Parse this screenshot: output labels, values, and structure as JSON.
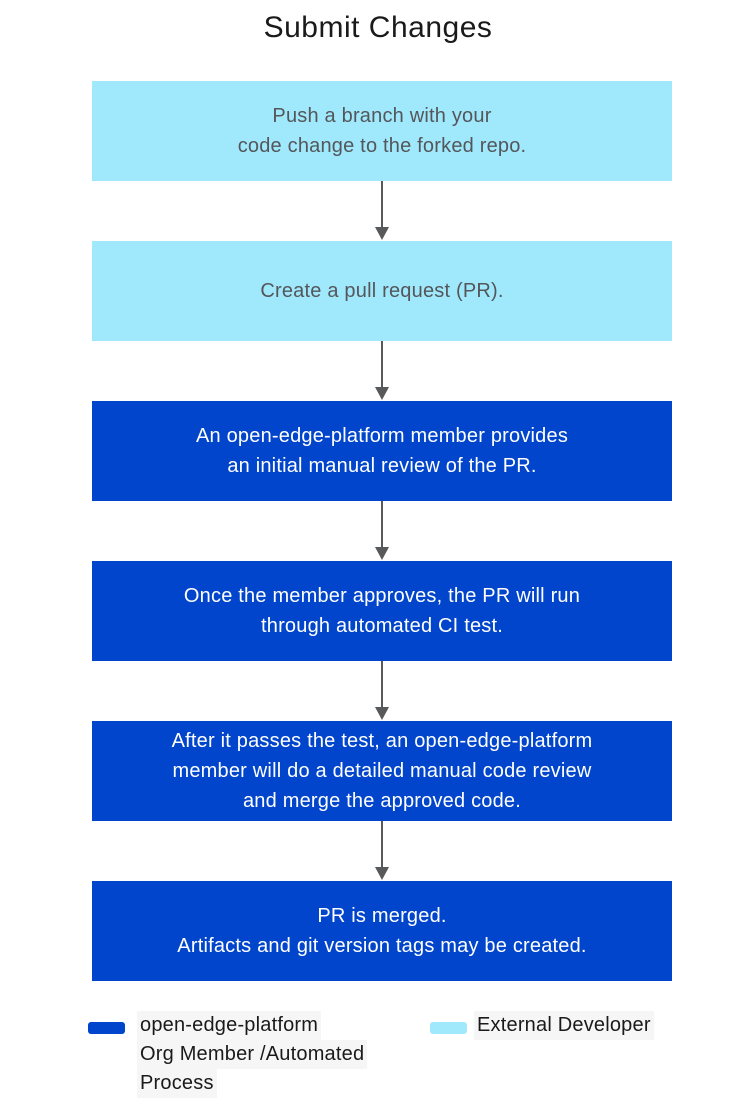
{
  "title": "Submit Changes",
  "colors": {
    "dark_blue": "#0045CB",
    "light_blue": "#A0E9FC",
    "arrow_gray": "#58595B",
    "box_text_gray": "#54565A",
    "text_dark": "#1A1A1A",
    "legend_highlight": "#F6F6F6"
  },
  "flow": {
    "steps": [
      {
        "actor": "external",
        "lines": [
          "Push a branch with your",
          "code change to the forked repo."
        ]
      },
      {
        "actor": "external",
        "lines": [
          "Create a pull request (PR)."
        ]
      },
      {
        "actor": "member",
        "lines": [
          "An open-edge-platform member provides",
          "an initial manual review of the PR."
        ]
      },
      {
        "actor": "member",
        "lines": [
          "Once the member approves, the PR will run",
          "through automated CI test."
        ]
      },
      {
        "actor": "member",
        "lines": [
          "After it passes the test, an open-edge-platform",
          "member will do a detailed manual code review",
          "and merge the approved code."
        ]
      },
      {
        "actor": "member",
        "lines": [
          "PR is merged.",
          "Artifacts and git version tags may be created."
        ]
      }
    ]
  },
  "legend": {
    "member": {
      "lines": [
        "open-edge-platform",
        "Org Member /Automated",
        "Process"
      ]
    },
    "external": {
      "label": "External Developer"
    }
  }
}
